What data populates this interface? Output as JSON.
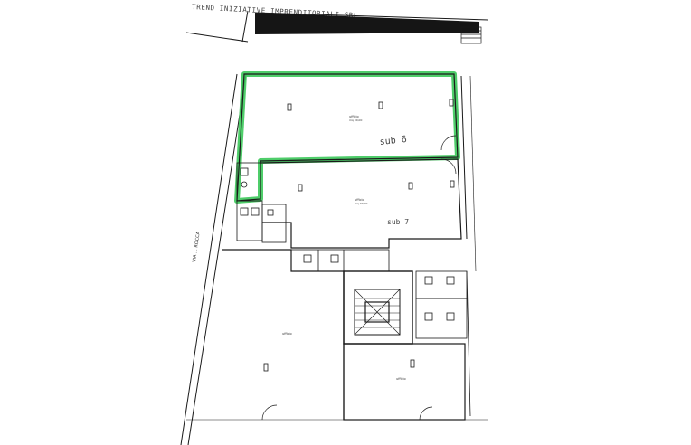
{
  "header": {
    "company": "TREND INIZIATIVE IMPRENDITORIALI SRL"
  },
  "units": {
    "highlighted": "sub 6",
    "adjacent": "sub 7"
  },
  "street": {
    "label": "VIA ... ROCCA"
  },
  "colors": {
    "highlight": "#3cc85a",
    "ink": "#1a1a1a",
    "dark_fill": "#151515"
  }
}
